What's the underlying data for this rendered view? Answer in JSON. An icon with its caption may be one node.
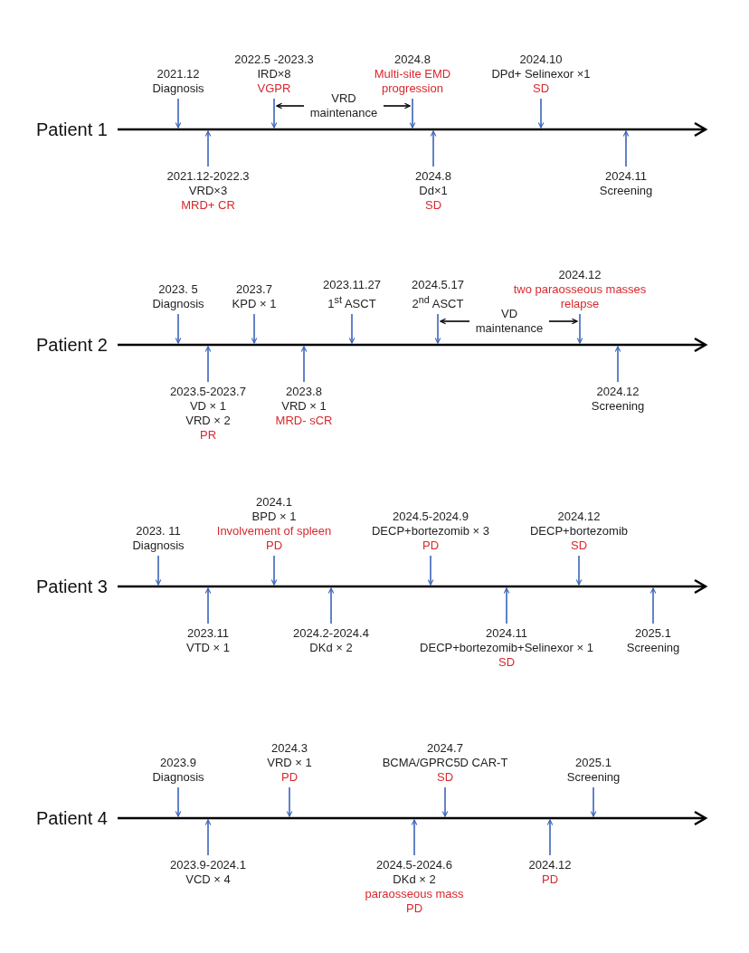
{
  "diagram": {
    "nodes": [
      {
        "text": [
          "Patient 1"
        ]
      },
      {
        "text": [
          "2021.12",
          "Diagnosis"
        ]
      },
      {
        "text": [
          "2022.5 -2023.3",
          "IRD×8",
          "VGPR"
        ]
      },
      {
        "text": [
          "VRD maintenance"
        ]
      },
      {
        "text": [
          "2024.8",
          "Multi-site EMD progression"
        ]
      },
      {
        "text": [
          "2024.10",
          "DPd+ Selinexor ×1",
          "SD"
        ]
      },
      {
        "text": [
          "2021.12-2022.3",
          "VRD×3",
          "MRD+ CR"
        ]
      },
      {
        "text": [
          "2024.8",
          "Dd×1",
          "SD"
        ]
      },
      {
        "text": [
          "2024.11",
          "Screening"
        ]
      },
      {
        "text": [
          "Patient 2"
        ]
      },
      {
        "text": [
          "2023. 5",
          "Diagnosis"
        ]
      },
      {
        "text": [
          "2023.7",
          "KPD × 1"
        ]
      },
      {
        "text": [
          "2023.11.27",
          "1$^{st}$ ASCT"
        ]
      },
      {
        "text": [
          "2024.5.17",
          "2$^{nd}$ ASCT"
        ]
      },
      {
        "text": [
          "VD maintenance"
        ]
      },
      {
        "text": [
          "2024.12",
          "two paraosseous masses relapse"
        ]
      },
      {
        "text": [
          "2023.5-2023.7",
          "VD × 1",
          "VRD × 2",
          "PR"
        ]
      },
      {
        "text": [
          "2023.8",
          "VRD × 1",
          "MRD- sCR"
        ]
      },
      {
        "text": [
          "2024.12",
          "Screening"
        ]
      },
      {
        "text": [
          "Patient 3"
        ]
      },
      {
        "text": [
          "2023. 11",
          "Diagnosis"
        ]
      },
      {
        "text": [
          "2024.1",
          "BPD × 1",
          "Involvement of spleen",
          "PD"
        ]
      },
      {
        "text": [
          "2024.5-2024.9",
          "DECP+bortezomib  × 3",
          "PD"
        ]
      },
      {
        "text": [
          "2024.12",
          "DECP+bortezomib",
          "SD"
        ]
      },
      {
        "text": [
          "2023.11",
          "VTD × 1"
        ]
      },
      {
        "text": [
          "2024.2-2024.4",
          "DKd × 2"
        ]
      },
      {
        "text": [
          "2024.11",
          "DECP+bortezomib+Selinexor × 1",
          "SD"
        ]
      },
      {
        "text": [
          "2025.1",
          "Screening"
        ]
      },
      {
        "text": [
          "Patient 4"
        ]
      },
      {
        "text": [
          "2023.9",
          "Diagnosis"
        ]
      },
      {
        "text": [
          "2024.3",
          "VRD × 1",
          "PD"
        ]
      },
      {
        "text": [
          "2024.7",
          "BCMA/GPRC5D CAR-T",
          "SD"
        ]
      },
      {
        "text": [
          "2025.1",
          "Screening"
        ]
      },
      {
        "text": [
          "2023.9-2024.1",
          "VCD × 4"
        ]
      },
      {
        "text": [
          "2024.5-2024.6",
          "DKd × 2",
          "paraosseous mass",
          "PD"
        ]
      },
      {
        "text": [
          "2024.12",
          "PD"
        ]
      }
    ],
    "edges": [
      {
        "from": 1,
        "to": 0,
        "arrow": "to"
      },
      {
        "from": 2,
        "to": 0,
        "arrow": "to"
      },
      {
        "from": 3,
        "to": 2,
        "arrow": "to",
        "color": "#000000"
      },
      {
        "from": 3,
        "to": 4,
        "arrow": "to",
        "color": "#000000"
      },
      {
        "from": 4,
        "to": 0,
        "arrow": "to"
      },
      {
        "from": 5,
        "to": 0,
        "arrow": "to"
      },
      {
        "from": 6,
        "to": 0,
        "arrow": "to"
      },
      {
        "from": 7,
        "to": 0,
        "arrow": "to"
      },
      {
        "from": 8,
        "to": 0,
        "arrow": "to"
      },
      {
        "from": 10,
        "to": 9,
        "arrow": "to"
      },
      {
        "from": 11,
        "to": 9,
        "arrow": "to"
      },
      {
        "from": 12,
        "to": 9,
        "arrow": "to"
      },
      {
        "from": 13,
        "to": 9,
        "arrow": "to"
      },
      {
        "from": 14,
        "to": 13,
        "arrow": "to",
        "color": "#000000"
      },
      {
        "from": 14,
        "to": 15,
        "arrow": "to",
        "color": "#000000"
      },
      {
        "from": 15,
        "to": 9,
        "arrow": "to"
      },
      {
        "from": 16,
        "to": 9,
        "arrow": "to"
      },
      {
        "from": 17,
        "to": 9,
        "arrow": "to"
      },
      {
        "from": 18,
        "to": 9,
        "arrow": "to"
      },
      {
        "from": 20,
        "to": 19,
        "arrow": "to"
      },
      {
        "from": 21,
        "to": 19,
        "arrow": "to"
      },
      {
        "from": 22,
        "to": 19,
        "arrow": "to"
      },
      {
        "from": 23,
        "to": 19,
        "arrow": "to"
      },
      {
        "from": 24,
        "to": 19,
        "arrow": "to"
      },
      {
        "from": 25,
        "to": 19,
        "arrow": "to"
      },
      {
        "from": 26,
        "to": 19,
        "arrow": "to"
      },
      {
        "from": 27,
        "to": 19,
        "arrow": "to"
      },
      {
        "from": 29,
        "to": 28,
        "arrow": "to"
      },
      {
        "from": 30,
        "to": 28,
        "arrow": "to"
      },
      {
        "from": 31,
        "to": 28,
        "arrow": "to"
      },
      {
        "from": 32,
        "to": 28,
        "arrow": "to"
      },
      {
        "from": 33,
        "to": 28,
        "arrow": "to"
      },
      {
        "from": 34,
        "to": 28,
        "arrow": "to"
      },
      {
        "from": 35,
        "to": 28,
        "arrow": "to"
      }
    ]
  }
}
